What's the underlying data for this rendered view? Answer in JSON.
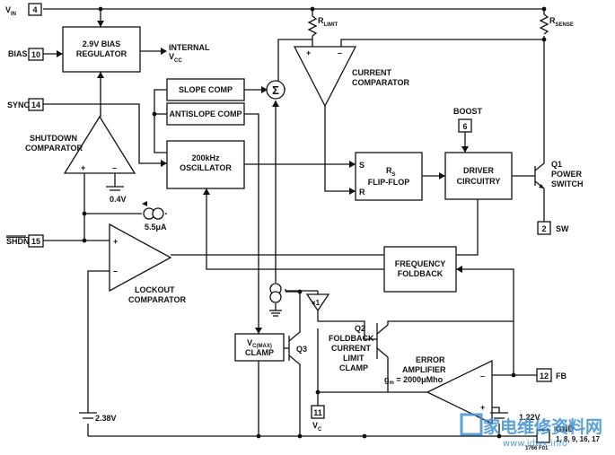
{
  "pins": {
    "vin": {
      "name": "V",
      "sub": "IN",
      "num": "4"
    },
    "bias": {
      "name": "BIAS",
      "num": "10"
    },
    "sync": {
      "name": "SYNC",
      "num": "14"
    },
    "shdn": {
      "name": "SHDN",
      "num": "15"
    },
    "boost": {
      "name": "BOOST",
      "num": "6"
    },
    "sw": {
      "name": "SW",
      "num": "2"
    },
    "fb": {
      "name": "FB",
      "num": "12"
    },
    "vc": {
      "name": "V",
      "sub": "C",
      "num": "11"
    },
    "gnd": {
      "name": "GND",
      "num": "1, 8, 9, 16, 17"
    }
  },
  "blocks": {
    "bias_regulator": {
      "line1": "2.9V BIAS",
      "line2": "REGULATOR"
    },
    "internal_vcc": {
      "line1": "INTERNAL",
      "line2": "V",
      "line2_sub": "CC"
    },
    "slope_comp": "SLOPE COMP",
    "antislope_comp": "ANTISLOPE COMP",
    "oscillator": {
      "line1": "200kHz",
      "line2": "OSCILLATOR"
    },
    "flipflop": {
      "r": "R",
      "r_sub": "S",
      "line2": "FLIP-FLOP",
      "s_pin": "S",
      "r_pin": "R"
    },
    "driver": {
      "line1": "DRIVER",
      "line2": "CIRCUITRY"
    },
    "frequency_foldback": {
      "line1": "FREQUENCY",
      "line2": "FOLDBACK"
    },
    "vc_clamp": {
      "line1a": "V",
      "line1_sub": "C(MAX)",
      "line2": "CLAMP"
    }
  },
  "labels": {
    "r_limit": {
      "main": "R",
      "sub": "LIMIT"
    },
    "r_sense": {
      "main": "R",
      "sub": "SENSE"
    },
    "current_comparator": {
      "line1": "CURRENT",
      "line2": "COMPARATOR"
    },
    "shutdown_comparator": {
      "line1": "SHUTDOWN",
      "line2": "COMPARATOR"
    },
    "lockout_comparator": {
      "line1": "LOCKOUT",
      "line2": "COMPARATOR"
    },
    "ref_04v": "0.4V",
    "current_5_5ua": "5.5μA",
    "sum": "Σ",
    "q1": {
      "line1": "Q1",
      "line2": "POWER",
      "line3": "SWITCH"
    },
    "q2": {
      "line1": "Q2",
      "line2": "FOLDBACK",
      "line3": "CURRENT",
      "line4": "LIMIT",
      "line5": "CLAMP"
    },
    "q3": "Q3",
    "x1": "×1",
    "error_amp": {
      "line1": "ERROR",
      "line2": "AMPLIFIER",
      "line3": "g",
      "line3_sub": "m",
      "line3_rest": " = 2000μMho"
    },
    "ref_238": "2.38V",
    "ref_122": "1.22V",
    "plus": "+",
    "minus": "–",
    "fig_id": "1766 F01"
  },
  "watermark": {
    "main": "家电维修资料网",
    "sub": "www.jdwx.info"
  }
}
